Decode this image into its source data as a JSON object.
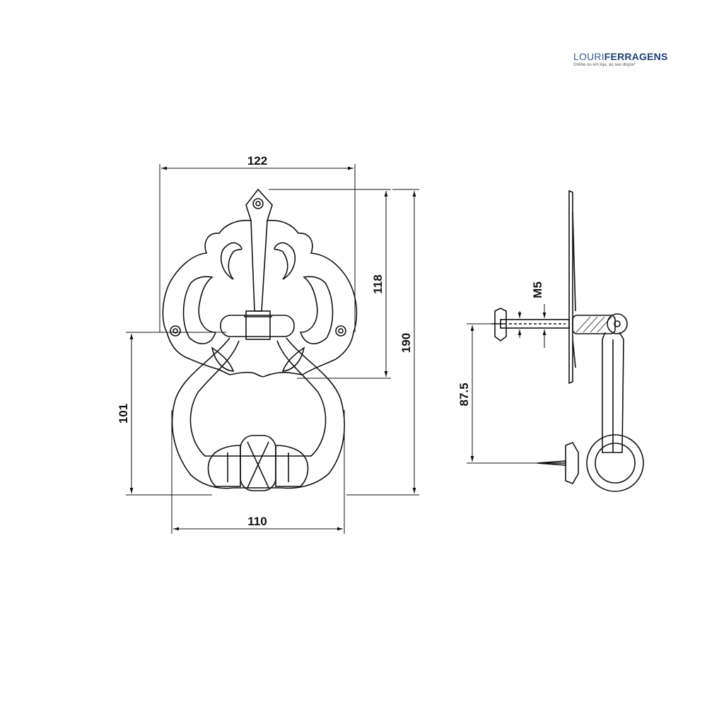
{
  "logo": {
    "word_a": "LOURI",
    "word_b": "FERRAGENS",
    "tagline": "Online ou em loja, ao seu dispor!",
    "color_a": "#3d5a8a",
    "color_b": "#1e3f77"
  },
  "dimensions": {
    "width_top": "122",
    "plate_height": "118",
    "total_height": "190",
    "ring_height": "101",
    "ring_width": "110",
    "thread": "M5",
    "projection": "87.5"
  },
  "colors": {
    "line": "#111111",
    "background": "#ffffff"
  }
}
